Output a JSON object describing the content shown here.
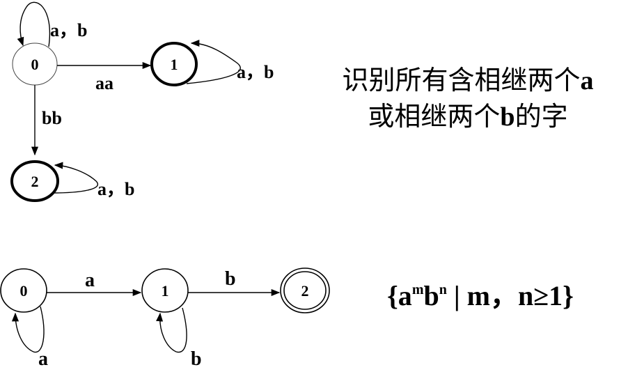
{
  "diagram1": {
    "states": {
      "s0": "0",
      "s1": "1",
      "s2": "2"
    },
    "edges": {
      "loop0": "a，b",
      "e01": "aa",
      "loop1": "a，b",
      "e02": "bb",
      "loop2": "a，b"
    },
    "caption_line1_text": "识别所有含相继两个",
    "caption_line1_symbol": "a",
    "caption_line2_prefix": "或相继两个",
    "caption_line2_symbol": "b",
    "caption_line2_suffix": "的字"
  },
  "diagram2": {
    "states": {
      "s0": "0",
      "s1": "1",
      "s2": "2"
    },
    "edges": {
      "e01": "a",
      "e12": "b",
      "loop0": "a",
      "loop1": "b"
    },
    "language": {
      "open": "{a",
      "exp_m": "m",
      "mid": "b",
      "exp_n": "n",
      "close": " | m，n≥1}"
    }
  }
}
